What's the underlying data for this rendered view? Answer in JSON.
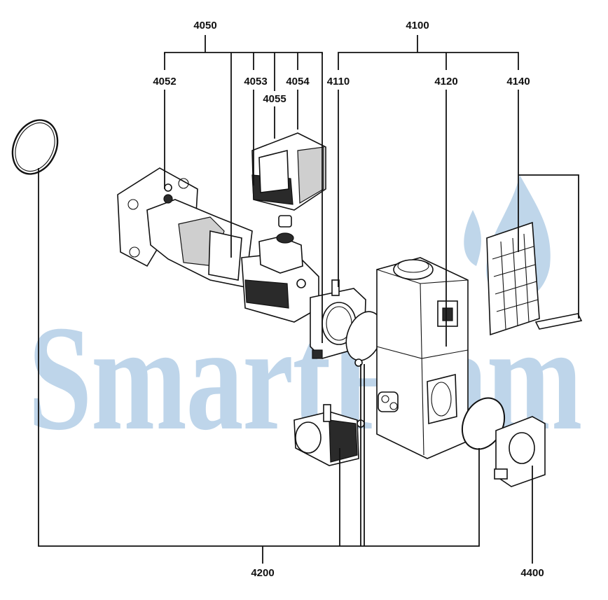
{
  "watermark": "SmartFlam",
  "labels": {
    "l4050": "4050",
    "l4100": "4100",
    "l4052": "4052",
    "l4053": "4053",
    "l4054": "4054",
    "l4055": "4055",
    "l4110": "4110",
    "l4120": "4120",
    "l4140": "4140",
    "l4200": "4200",
    "l4400": "4400"
  },
  "colors": {
    "watermark": "#a9c8e3",
    "lines": "#111111"
  }
}
